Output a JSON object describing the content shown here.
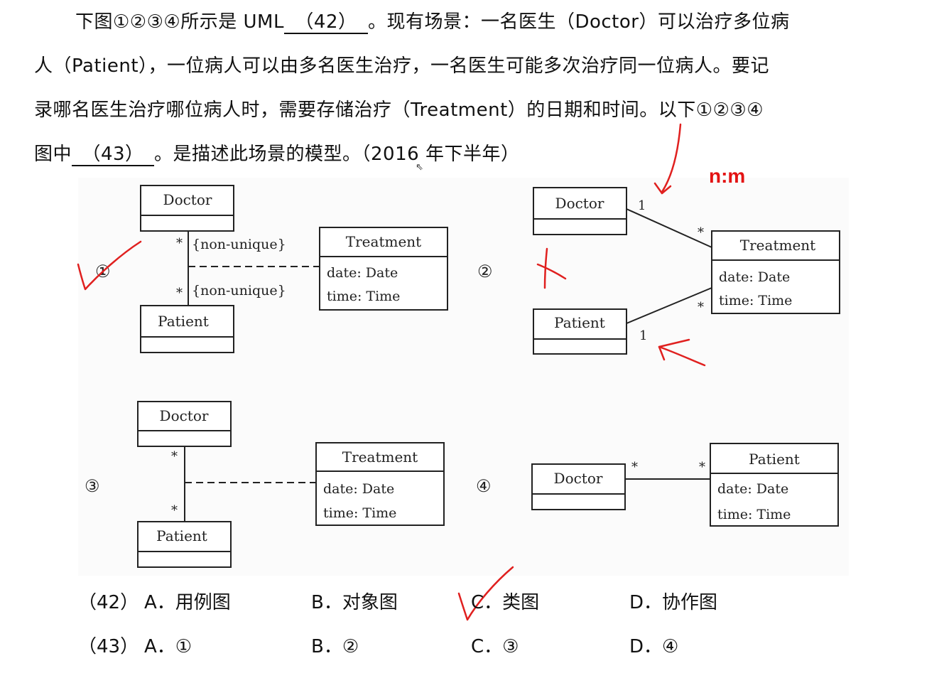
{
  "question": {
    "line1_a": "下图①②③④所示是 UML",
    "blank42": "（42）",
    "line1_b": "。现有场景：一名医生（Doctor）可以治疗多位病",
    "line2": "人（Patient），一位病人可以由多名医生治疗，一名医生可能多次治疗同一位病人。要记",
    "line3": "录哪名医生治疗哪位病人时，需要存储治疗（Treatment）的日期和时间。以下①②③④",
    "line4_a": "图中",
    "blank43": "（43）",
    "line4_b": "。是描述此场景的模型。（2016 年下半年）"
  },
  "diagrams": {
    "d1": {
      "num": "①",
      "doctor": "Doctor",
      "patient": "Patient",
      "treatment": "Treatment",
      "attr1": "date: Date",
      "attr2": "time: Time",
      "mult_top": "*",
      "mult_bottom": "*",
      "nonunique1": "{non-unique}",
      "nonunique2": "{non-unique}"
    },
    "d2": {
      "num": "②",
      "doctor": "Doctor",
      "patient": "Patient",
      "treatment": "Treatment",
      "attr1": "date: Date",
      "attr2": "time: Time",
      "m_doc": "1",
      "m_doc_t": "*",
      "m_pat": "1",
      "m_pat_t": "*"
    },
    "d3": {
      "num": "③",
      "doctor": "Doctor",
      "patient": "Patient",
      "treatment": "Treatment",
      "attr1": "date: Date",
      "attr2": "time: Time",
      "mult_top": "*",
      "mult_bottom": "*"
    },
    "d4": {
      "num": "④",
      "doctor": "Doctor",
      "patient": "Patient",
      "attr1": "date: Date",
      "attr2": "time: Time",
      "m_doc": "*",
      "m_pat": "*"
    }
  },
  "annotation": {
    "nm": "n:m",
    "ink_color": "#e0201f"
  },
  "options": {
    "q42": {
      "label": "（42）",
      "a": "A．用例图",
      "b": "B．对象图",
      "c": "C．类图",
      "d": "D．协作图"
    },
    "q43": {
      "label": "（43）",
      "a": "A．①",
      "b": "B．②",
      "c": "C．③",
      "d": "D．④"
    }
  }
}
